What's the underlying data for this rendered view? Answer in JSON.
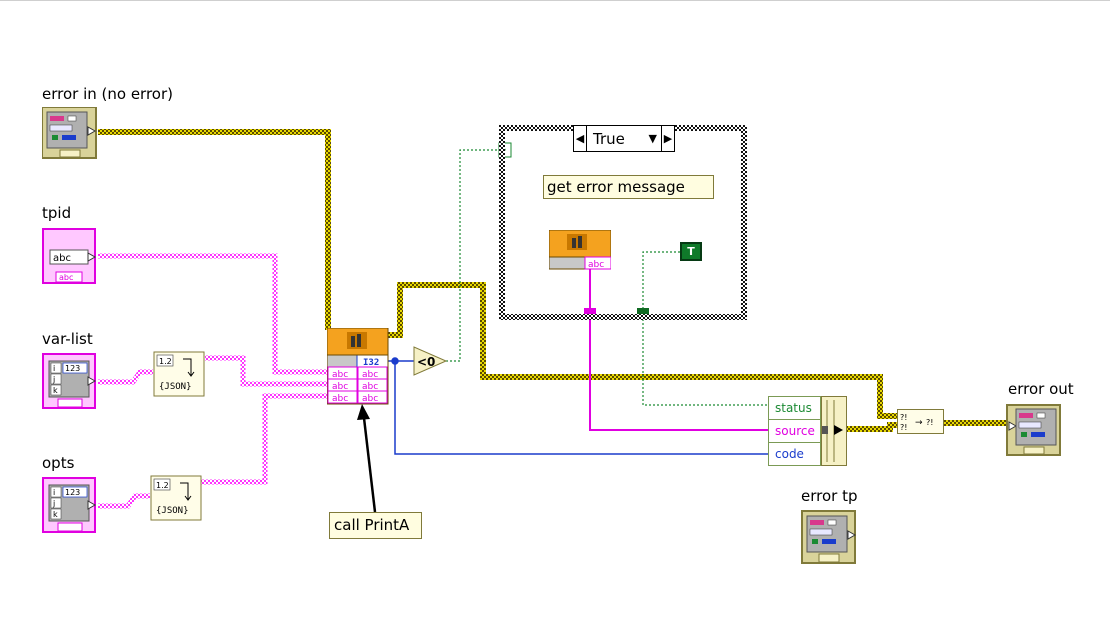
{
  "terminals": {
    "error_in": "error in (no error)",
    "tpid": "tpid",
    "var_list": "var-list",
    "opts": "opts",
    "error_out": "error out",
    "error_tp": "error tp"
  },
  "case_structure": {
    "selector_value": "True",
    "subdiagram_label": "get error message",
    "boolean_constant": "T"
  },
  "call_label": "call PrintA",
  "comparison": "<0",
  "bundle_fields": [
    "status",
    "source",
    "code"
  ],
  "json_label": "{JSON}",
  "flatten_hint": "1.2",
  "node_text": {
    "abc": "abc",
    "i32": "I32",
    "cluster_123": "123",
    "merge": "?!"
  },
  "colors": {
    "error_wire": "#8a7a00",
    "string_wire": "#ff00ff",
    "int_wire": "#1a3ccc",
    "bool_wire": "#1b8a33",
    "call_node": "#f4a21f"
  }
}
